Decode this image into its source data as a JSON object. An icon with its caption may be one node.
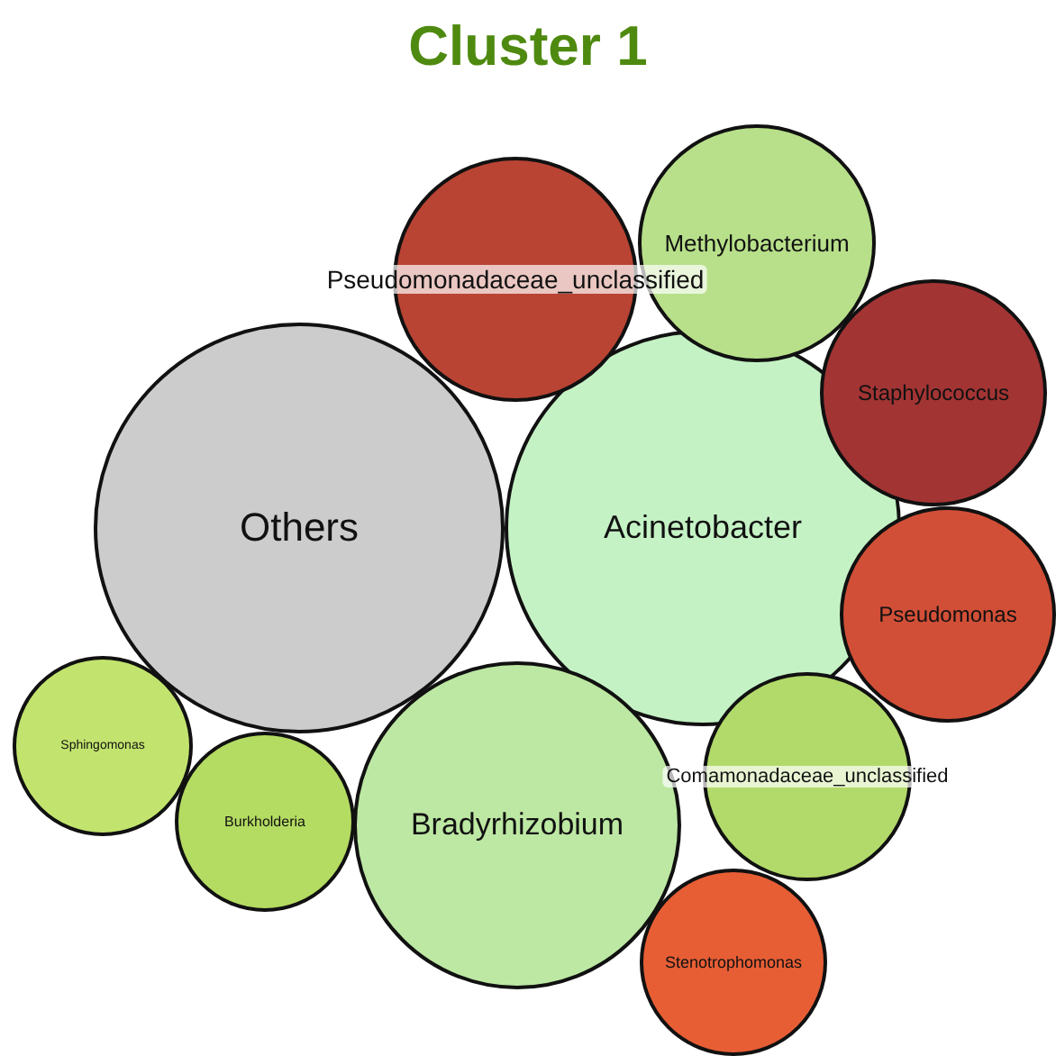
{
  "diagram": {
    "title": "Cluster 1",
    "nodes": [
      {
        "text": [
          "Others"
        ]
      },
      {
        "text": [
          "Acinetobacter"
        ]
      },
      {
        "text": [
          "Bradyrhizobium"
        ]
      },
      {
        "text": [
          "Pseudomonadaceae_unclassified"
        ]
      },
      {
        "text": [
          "Methylobacterium"
        ]
      },
      {
        "text": [
          "Staphylococcus"
        ]
      },
      {
        "text": [
          "Pseudomonas"
        ]
      },
      {
        "text": [
          "Comamonadaceae_unclassified"
        ]
      },
      {
        "text": [
          "Stenotrophomonas"
        ]
      },
      {
        "text": [
          "Sphingomonas"
        ]
      },
      {
        "text": [
          "Burkholderia"
        ]
      }
    ]
  }
}
